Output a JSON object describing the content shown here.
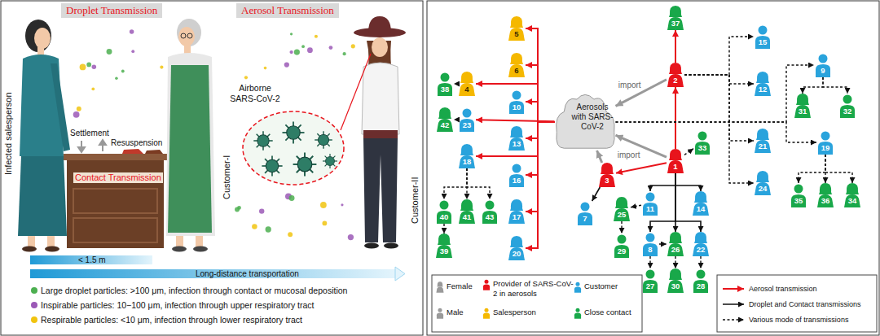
{
  "diagram": {
    "nodes": [
      {
        "text": [
          "Aerosols with SARS-CoV-2"
        ]
      },
      {
        "text": [
          "37"
        ]
      },
      {
        "text": [
          "5"
        ]
      },
      {
        "text": [
          "15"
        ]
      },
      {
        "text": [
          "2"
        ]
      },
      {
        "text": [
          "6"
        ]
      },
      {
        "text": [
          "9"
        ]
      },
      {
        "text": [
          "38"
        ]
      },
      {
        "text": [
          "4"
        ]
      },
      {
        "text": [
          "12"
        ]
      },
      {
        "text": [
          "10"
        ]
      },
      {
        "text": [
          "31"
        ]
      },
      {
        "text": [
          "32"
        ]
      },
      {
        "text": [
          "42"
        ]
      },
      {
        "text": [
          "23"
        ]
      },
      {
        "text": [
          "13"
        ]
      },
      {
        "text": [
          "33"
        ]
      },
      {
        "text": [
          "21"
        ]
      },
      {
        "text": [
          "19"
        ]
      },
      {
        "text": [
          "18"
        ]
      },
      {
        "text": [
          "1"
        ]
      },
      {
        "text": [
          "3"
        ]
      },
      {
        "text": [
          "16"
        ]
      },
      {
        "text": [
          "24"
        ]
      },
      {
        "text": [
          "7"
        ]
      },
      {
        "text": [
          "25"
        ]
      },
      {
        "text": [
          "11"
        ]
      },
      {
        "text": [
          "14"
        ]
      },
      {
        "text": [
          "35"
        ]
      },
      {
        "text": [
          "36"
        ]
      },
      {
        "text": [
          "34"
        ]
      },
      {
        "text": [
          "17"
        ]
      },
      {
        "text": [
          "40"
        ]
      },
      {
        "text": [
          "41"
        ]
      },
      {
        "text": [
          "43"
        ]
      },
      {
        "text": [
          "8"
        ]
      },
      {
        "text": [
          "26"
        ]
      },
      {
        "text": [
          "22"
        ]
      },
      {
        "text": [
          "29"
        ]
      },
      {
        "text": [
          "20"
        ]
      },
      {
        "text": [
          "39"
        ]
      },
      {
        "text": [
          "27"
        ]
      },
      {
        "text": [
          "30"
        ]
      },
      {
        "text": [
          "28"
        ]
      }
    ],
    "edges": [
      {
        "from": 0,
        "to": 2,
        "arrow": "to"
      },
      {
        "from": 0,
        "to": 5,
        "arrow": "to"
      },
      {
        "from": 0,
        "to": 8,
        "arrow": "to"
      },
      {
        "from": 0,
        "to": 10,
        "arrow": "to"
      },
      {
        "from": 0,
        "to": 14,
        "arrow": "to"
      },
      {
        "from": 0,
        "to": 15,
        "arrow": "to"
      },
      {
        "from": 0,
        "to": 19,
        "arrow": "to"
      },
      {
        "from": 0,
        "to": 22,
        "arrow": "to"
      },
      {
        "from": 0,
        "to": 31,
        "arrow": "to"
      },
      {
        "from": 0,
        "to": 39,
        "arrow": "to"
      },
      {
        "from": 20,
        "to": 4,
        "arrow": "to"
      },
      {
        "from": 20,
        "to": 21,
        "arrow": "to"
      },
      {
        "from": 4,
        "to": 1,
        "arrow": "to"
      },
      {
        "from": 20,
        "to": 0,
        "arrow": "to"
      },
      {
        "from": 4,
        "to": 0,
        "label": "import",
        "arrow": "to"
      },
      {
        "from": 21,
        "to": 0,
        "label": "import",
        "arrow": "to"
      },
      {
        "from": 21,
        "to": 24,
        "arrow": "to"
      },
      {
        "from": 20,
        "to": 26,
        "arrow": "to"
      },
      {
        "from": 20,
        "to": 27,
        "arrow": "to"
      },
      {
        "from": 20,
        "to": 35,
        "arrow": "to"
      },
      {
        "from": 20,
        "to": 36,
        "arrow": "to"
      },
      {
        "from": 20,
        "to": 37,
        "arrow": "to"
      },
      {
        "from": 20,
        "to": 16,
        "arrow": "to"
      },
      {
        "from": 4,
        "to": 3,
        "arrow": "to"
      },
      {
        "from": 4,
        "to": 9,
        "arrow": "to"
      },
      {
        "from": 4,
        "to": 17,
        "arrow": "to"
      },
      {
        "from": 4,
        "to": 23,
        "arrow": "to"
      },
      {
        "from": 0,
        "to": 6,
        "arrow": "to"
      },
      {
        "from": 0,
        "to": 18,
        "arrow": "to"
      },
      {
        "from": 6,
        "to": 11,
        "arrow": "to"
      },
      {
        "from": 6,
        "to": 12,
        "arrow": "to"
      },
      {
        "from": 18,
        "to": 28,
        "arrow": "to"
      },
      {
        "from": 18,
        "to": 29,
        "arrow": "to"
      },
      {
        "from": 18,
        "to": 30,
        "arrow": "to"
      },
      {
        "from": 8,
        "to": 7,
        "arrow": "to"
      },
      {
        "from": 14,
        "to": 13,
        "arrow": "to"
      },
      {
        "from": 19,
        "to": 32,
        "arrow": "to"
      },
      {
        "from": 19,
        "to": 33,
        "arrow": "to"
      },
      {
        "from": 19,
        "to": 34,
        "arrow": "to"
      },
      {
        "from": 32,
        "to": 40,
        "arrow": "to"
      },
      {
        "from": 26,
        "to": 25,
        "arrow": "to"
      },
      {
        "from": 25,
        "to": 38,
        "arrow": "to"
      },
      {
        "from": 35,
        "to": 41,
        "arrow": "to"
      },
      {
        "from": 35,
        "to": 36,
        "arrow": "to"
      },
      {
        "from": 36,
        "to": 42,
        "arrow": "to"
      },
      {
        "from": 37,
        "to": 43,
        "arrow": "to"
      }
    ],
    "labels": [
      "Droplet Transmission",
      "Aerosol Transmission",
      "Infected salesperson",
      "Settlement",
      "Resuspension",
      "Contact Transmission",
      "Customer-I",
      "Airborne SARS-CoV-2",
      "Customer-II",
      "< 1.5 m",
      "Long-distance transportation",
      "Large droplet particles: >100 μm, infection through contact or mucosal deposition",
      "Inspirable particles: 10−100 μm, infection through upper respiratory tract",
      "Respirable particles: <10 μm, infection through lower respiratory tract"
    ],
    "legend": [
      {
        "text": "Female"
      },
      {
        "text": "Provider of SARS-CoV-2 in aerosols",
        "color": "#e8141c"
      },
      {
        "text": "Customer",
        "color": "#29a3dc"
      },
      {
        "text": "Male"
      },
      {
        "text": "Salesperson",
        "color": "#f5b800"
      },
      {
        "text": "Close contact",
        "color": "#19a84a"
      },
      {
        "text": "Aerosol transmission"
      },
      {
        "text": "Droplet and Contact transmissions"
      },
      {
        "text": "Various mode of transmissions"
      }
    ]
  }
}
